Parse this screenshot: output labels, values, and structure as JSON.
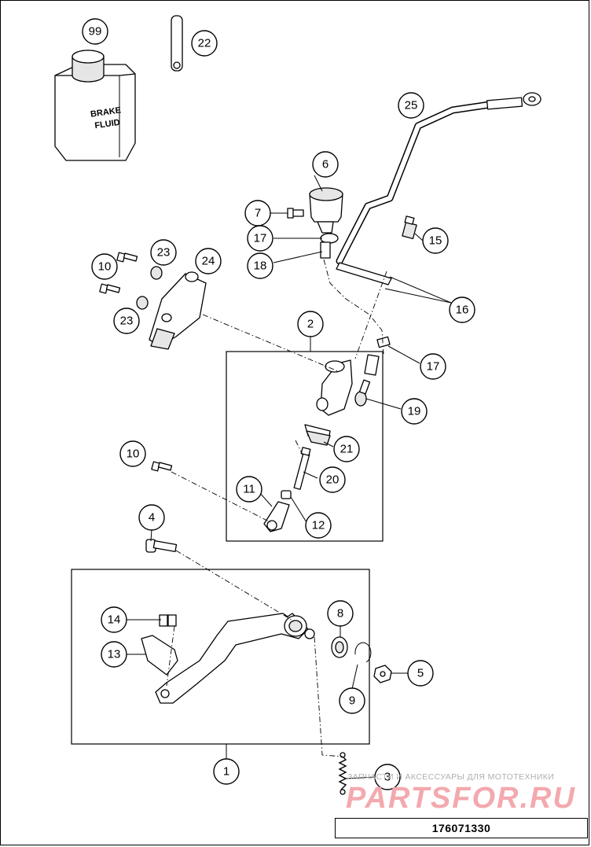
{
  "diagram": {
    "drawing_number": "176071330",
    "bottle_label_line1": "BRAKE",
    "bottle_label_line2": "FLUID",
    "watermark_subtitle": "ЗАПЧАСТИ И АКСЕССУАРЫ ДЛЯ МОТОТЕХНИКИ",
    "watermark_logo": "PARTSFOR.RU",
    "callouts": [
      "99",
      "22",
      "25",
      "6",
      "7",
      "17",
      "18",
      "15",
      "16",
      "10",
      "23",
      "24",
      "10",
      "23",
      "2",
      "17",
      "19",
      "21",
      "20",
      "10",
      "11",
      "12",
      "4",
      "8",
      "14",
      "13",
      "5",
      "9",
      "1",
      "3"
    ]
  }
}
